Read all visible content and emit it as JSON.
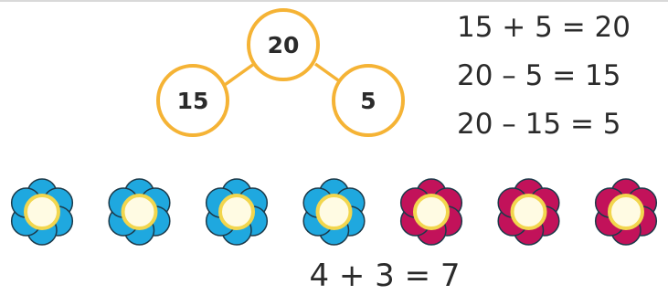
{
  "number_bond": {
    "whole": "20",
    "part_left": "15",
    "part_right": "5",
    "circle_color": "#f5b335"
  },
  "equations": [
    "15 + 5 = 20",
    "20 – 5 = 15",
    "20 – 15 = 5"
  ],
  "flowers": {
    "blue_count": 4,
    "red_count": 3,
    "blue_color": "#1fa8df",
    "red_color": "#c2125a",
    "center_color": "#fffbe3",
    "center_ring_color": "#f2d64e"
  },
  "bottom_equation": "4 + 3 = 7"
}
